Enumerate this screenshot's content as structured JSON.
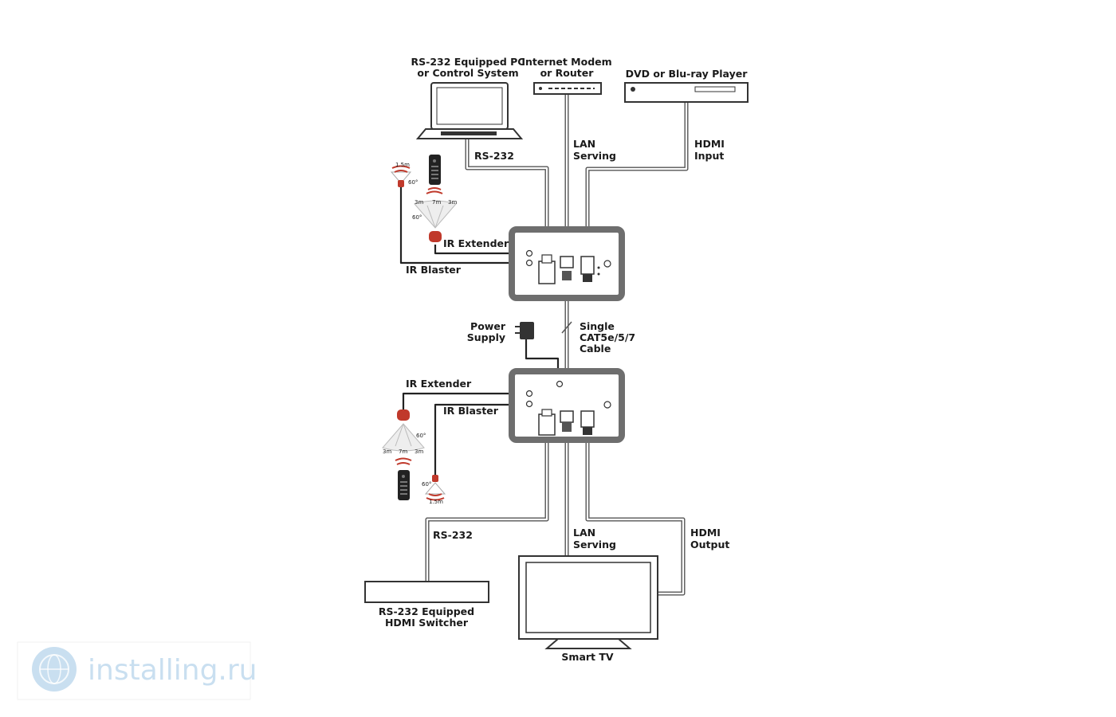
{
  "labels": {
    "pc_line1": "RS-232 Equipped PC",
    "pc_line2": "or Control System",
    "modem_line1": "Internet Modem",
    "modem_line2": "or Router",
    "dvd": "DVD or Blu-ray Player",
    "rs232_top": "RS-232",
    "lan_top_1": "LAN",
    "lan_top_2": "Serving",
    "hdmi_in_1": "HDMI",
    "hdmi_in_2": "Input",
    "ir_extender_top": "IR Extender",
    "ir_blaster_top": "IR Blaster",
    "power_1": "Power",
    "power_2": "Supply",
    "cable_1": "Single",
    "cable_2": "CAT5e/5/7",
    "cable_3": "Cable",
    "ir_extender_bottom": "IR Extender",
    "ir_blaster_bottom": "IR Blaster",
    "rs232_bottom": "RS-232",
    "lan_bottom_1": "LAN",
    "lan_bottom_2": "Serving",
    "hdmi_out_1": "HDMI",
    "hdmi_out_2": "Output",
    "switcher_1": "RS-232 Equipped",
    "switcher_2": "HDMI Switcher",
    "tv": "Smart TV",
    "dist_short_top": "1.5m",
    "angle_top_a": "60°",
    "dist_side_a": "3m",
    "dist_mid_a": "7m",
    "dist_side_b": "3m",
    "angle_top_b": "60°",
    "angle_bottom_a": "60°",
    "dist_side_c": "3m",
    "dist_mid_b": "7m",
    "dist_side_d": "3m",
    "angle_bottom_b": "60°",
    "dist_short_bottom": "1.5m"
  },
  "watermark": {
    "text": "installing.ru",
    "icon": "globe-icon",
    "color": "#c9dff0"
  },
  "colors": {
    "cable": "#555555",
    "panel": "#6e6e6e",
    "ir_red": "#c0392b",
    "wire": "#222222"
  }
}
